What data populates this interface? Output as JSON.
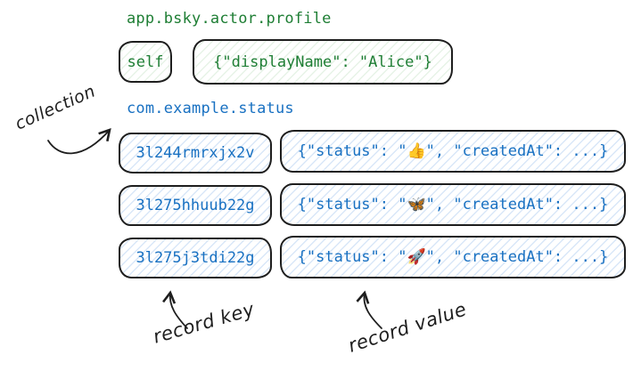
{
  "colors": {
    "green": "#1e7e34",
    "blue": "#1971c2",
    "ink": "#1e1e1e",
    "hatch_green": "#e7f3e7",
    "hatch_blue": "#d9e7f8"
  },
  "profile": {
    "collection_label": "app.bsky.actor.profile",
    "record": {
      "key": "self",
      "value": "{\"displayName\": \"Alice\"}"
    }
  },
  "status": {
    "collection_label": "com.example.status",
    "records": [
      {
        "key": "3l244rmrxjx2v",
        "value": "{\"status\": \"👍\", \"createdAt\": ...}"
      },
      {
        "key": "3l275hhuub22g",
        "value": "{\"status\": \"🦋\", \"createdAt\": ...}"
      },
      {
        "key": "3l275j3tdi22g",
        "value": "{\"status\": \"🚀\", \"createdAt\": ...}"
      }
    ]
  },
  "annotations": {
    "collection": "collection",
    "record_key": "record key",
    "record_value": "record value"
  }
}
